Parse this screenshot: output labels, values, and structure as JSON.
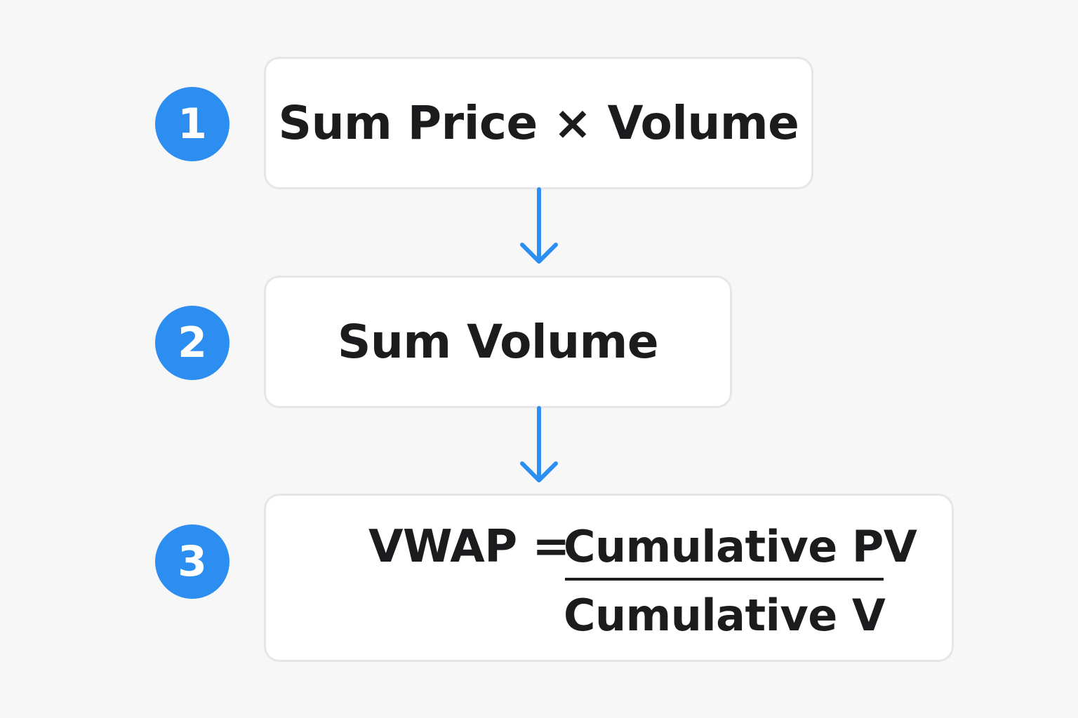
{
  "colors": {
    "accent": "#2b8ef0",
    "text": "#1c1c1e",
    "box_border": "#e6e6e8",
    "background": "#f7f7f8"
  },
  "steps": [
    {
      "number": "1",
      "label": "Sum Price × Volume"
    },
    {
      "number": "2",
      "label": "Sum Volume"
    },
    {
      "number": "3",
      "formula": {
        "lhs": "VWAP =",
        "numerator": "Cumulative PV",
        "denominator": "Cumulative V"
      }
    }
  ],
  "connectors": [
    {
      "icon": "arrow-down-icon"
    },
    {
      "icon": "arrow-down-icon"
    }
  ]
}
